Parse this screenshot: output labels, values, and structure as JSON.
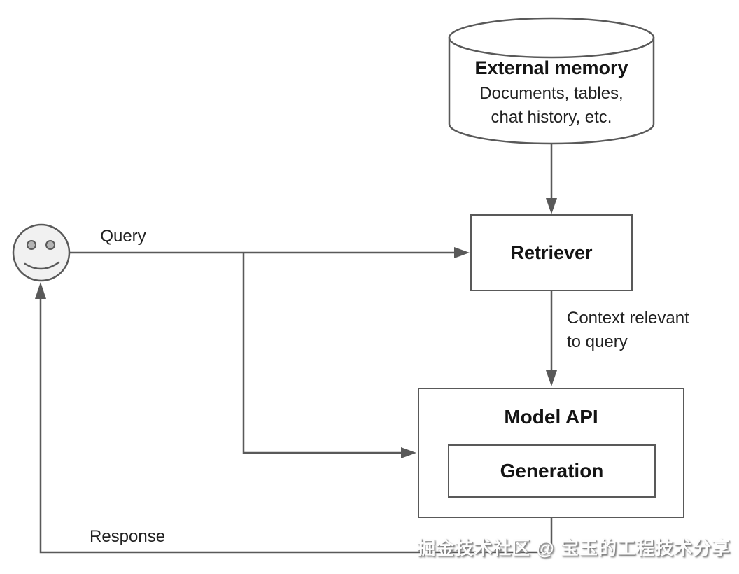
{
  "diagram": {
    "external_memory": {
      "title": "External memory",
      "subtitle": "Documents, tables, chat history, etc."
    },
    "retriever": {
      "label": "Retriever"
    },
    "model_api": {
      "title": "Model API",
      "generation_label": "Generation"
    },
    "labels": {
      "query": "Query",
      "context_relevant": "Context relevant to query",
      "response": "Response"
    },
    "watermark": "掘金技术社区 @ 宝玉的工程技术分享",
    "colors": {
      "line": "#595959",
      "text": "#1d1d1d",
      "face_fill": "#f1f1f1",
      "eye_fill": "#b4b4b4",
      "background": "#ffffff",
      "watermark_fill": "#fdfdfd",
      "watermark_shadow": "#7d7d7d"
    }
  }
}
